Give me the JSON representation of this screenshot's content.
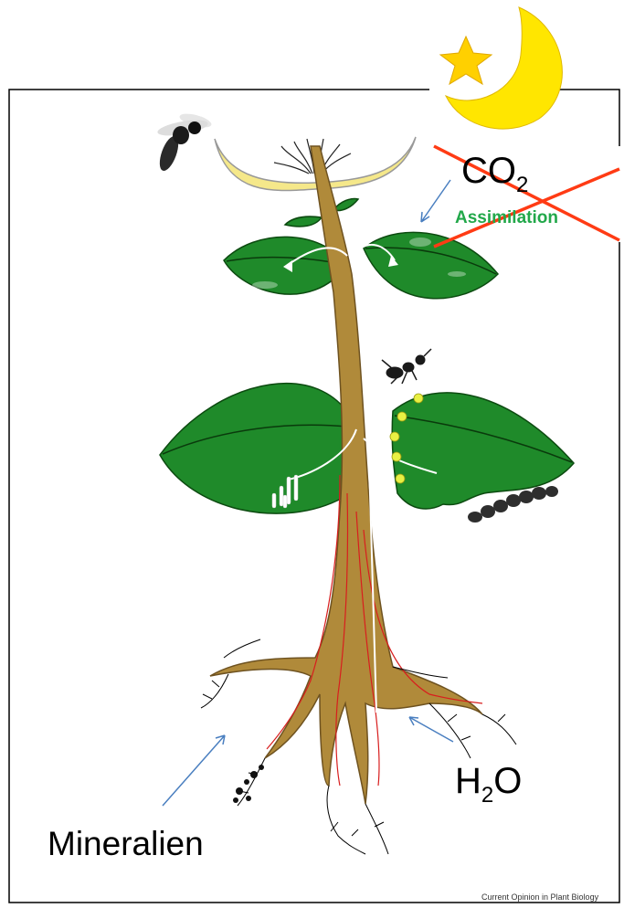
{
  "labels": {
    "co2_main": "CO",
    "co2_sub": "2",
    "assimilation": "Assimilation",
    "h2o_h": "H",
    "h2o_sub": "2",
    "h2o_o": "O",
    "minerals": "Mineralien",
    "credit": "Current Opinion in Plant Biology"
  },
  "icons": [
    "moon-icon",
    "star-icon",
    "bee-icon",
    "ant-icon",
    "caterpillar-icon",
    "flower-icon"
  ],
  "colors": {
    "leaf": "#1f8a2a",
    "stem": "#b08a3a",
    "cross": "#ff3b14",
    "moon": "#ffe600",
    "assimilation_text": "#22a84a",
    "arrow": "#4a7fc0",
    "xylem": "#d81e1e"
  }
}
